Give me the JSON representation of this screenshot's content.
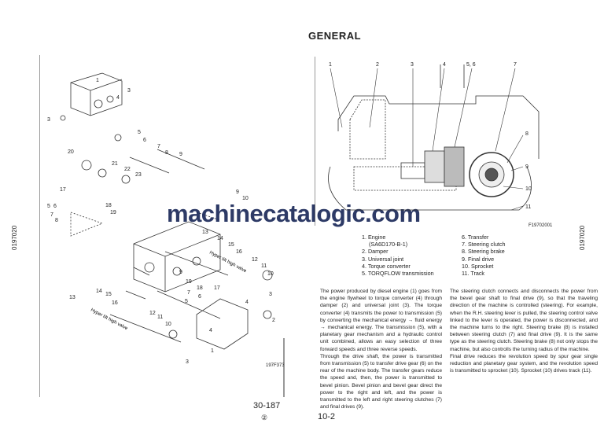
{
  "header": {
    "title": "GENERAL"
  },
  "side_codes": {
    "left": "0197020",
    "right": "0197020"
  },
  "watermark": "machinecatalogic.com",
  "left_figure": {
    "figure_code": "197F373",
    "page_number": "30-187",
    "page_sub": "②",
    "callouts": [
      "1",
      "2",
      "3",
      "4",
      "5",
      "6",
      "7",
      "8",
      "9",
      "10",
      "11",
      "12",
      "13",
      "14",
      "15",
      "16",
      "17",
      "18",
      "19",
      "20",
      "21",
      "22",
      "23"
    ],
    "valve_labels": [
      "Hyper tilt high valve",
      "Hyper tilt high valve"
    ]
  },
  "right_figure": {
    "figure_code": "F19702001",
    "callouts": [
      "1",
      "2",
      "3",
      "4",
      "5, 6",
      "7",
      "8",
      "9",
      "10",
      "11"
    ]
  },
  "legend": {
    "left": [
      "1. Engine",
      "(SA6D170-B-1)",
      "2. Damper",
      "3. Universal joint",
      "4. Torque converter",
      "5. TORQFLOW transmission"
    ],
    "right": [
      "6. Transfer",
      "7. Steering clutch",
      "8. Steering brake",
      "9. Final drive",
      "10. Sprocket",
      "11. Track"
    ]
  },
  "paragraphs": {
    "left": "The power produced by diesel engine (1) goes from the engine flywheel to torque converter (4) through damper (2) and universal joint (3). The torque converter (4) transmits the power to transmission (5) by converting the mechanical energy → fluid energy → mechanical energy. The transmission (5), with a planetary gear mechanism and a hydraulic control unit combined, allows an easy selection of three forward speeds and three reverse speeds.",
    "left2": "Through the drive shaft, the power is transmitted from transmission (5) to transfer drive gear (6) on the rear of the machine body. The transfer gears reduce the speed and, then, the power is transmitted to bevel pinion. Bevel pinion and bevel gear direct the power to the right and left, and the power is transmitted to the left and right steering clutches (7) and final drives (9).",
    "right": "The steering clutch connects and disconnects the power from the bevel gear shaft to final drive (9), so that the traveling direction of the machine is controlled (steering). For example, when the R.H. steering lever is pulled, the steering control valve linked to the lever is operated, the power is disconnected, and the machine turns to the right. Steering brake (8) is installed between steering clutch (7) and final drive (9). It is the same type as the steering clutch. Steering brake (8) not only stops the machine, but also controlls the turning radius of the machine.",
    "right2": "Final drive reduces the revolution speed by spur gear single reduction and planetary gear system, and the revolution speed is transmitted to sprocket (10). Sprocket (10) drives track (11)."
  },
  "footer": {
    "page_number": "10-2"
  }
}
